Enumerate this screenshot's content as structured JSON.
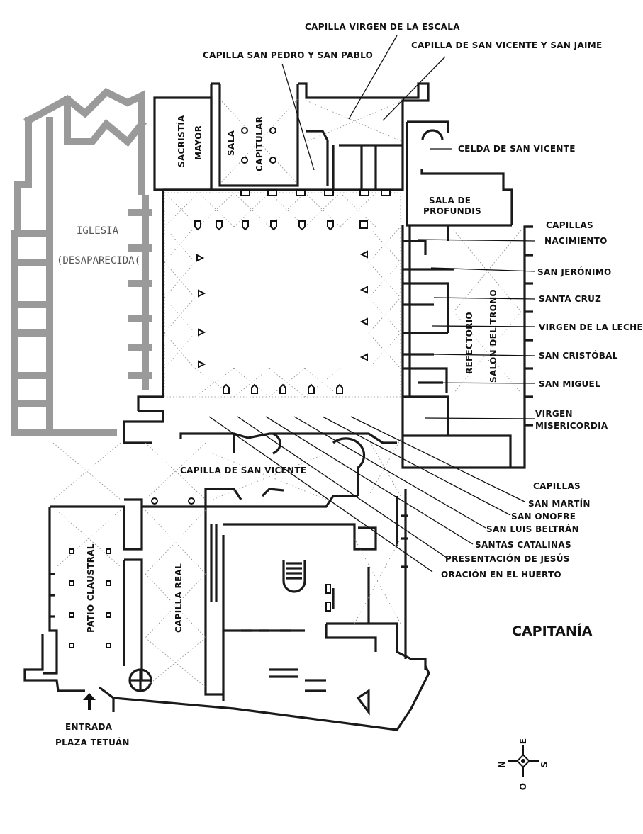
{
  "labels": {
    "capilla_virgen_escala": "CAPILLA VIRGEN DE LA ESCALA",
    "capilla_san_vicente_san_jaime": "CAPILLA DE SAN VICENTE Y SAN JAIME",
    "capilla_san_pedro_san_pablo": "CAPILLA SAN PEDRO Y SAN PABLO",
    "sacristia_1": "SACRISTÍA",
    "sacristia_2": "MAYOR",
    "sala_capitular_1": "SALA",
    "sala_capitular_2": "CAPITULAR",
    "celda_san_vicente": "CELDA DE SAN VICENTE",
    "sala_profundis_1": "SALA DE",
    "sala_profundis_2": "PROFUNDIS",
    "iglesia_1": "IGLESIA",
    "iglesia_2": "(DESAPARECIDA(",
    "capillas_top": "CAPILLAS",
    "nacimiento": "NACIMIENTO",
    "san_jeronimo": "SAN JERÓNIMO",
    "santa_cruz": "SANTA CRUZ",
    "virgen_leche": "VIRGEN DE LA LECHE",
    "san_cristobal": "SAN CRISTÓBAL",
    "san_miguel": "SAN MIGUEL",
    "virgen_misericordia_1": "VIRGEN",
    "virgen_misericordia_2": "MISERICORDIA",
    "refectorio": "REFECTORIO",
    "salon_trono": "SALÓN DEL TRONO",
    "capilla_san_vicente": "CAPILLA DE SAN VICENTE",
    "capillas_bottom": "CAPILLAS",
    "san_martin": "SAN MARTÍN",
    "san_onofre": "SAN ONOFRE",
    "san_luis_beltran": "SAN LUIS BELTRÁN",
    "santas_catalinas": "SANTAS CATALINAS",
    "presentacion_jesus": "PRESENTACIÓN DE JESÚS",
    "oracion_huerto": "ORACIÓN EN EL HUERTO",
    "patio_claustral": "PATIO CLAUSTRAL",
    "capilla_real": "CAPILLA REAL",
    "capitania": "CAPITANÍA",
    "entrada_1": "ENTRADA",
    "entrada_2": "PLAZA TETUÁN"
  },
  "compass": {
    "n": "N",
    "s": "S",
    "e": "E",
    "o": "O"
  },
  "icons": {
    "entrance": "arrow-up-icon",
    "compass": "compass-rose-icon"
  },
  "colors": {
    "ink": "#111111",
    "ghost_walls": "#9a9a9a",
    "vault_lines": "#8a8a8a"
  }
}
